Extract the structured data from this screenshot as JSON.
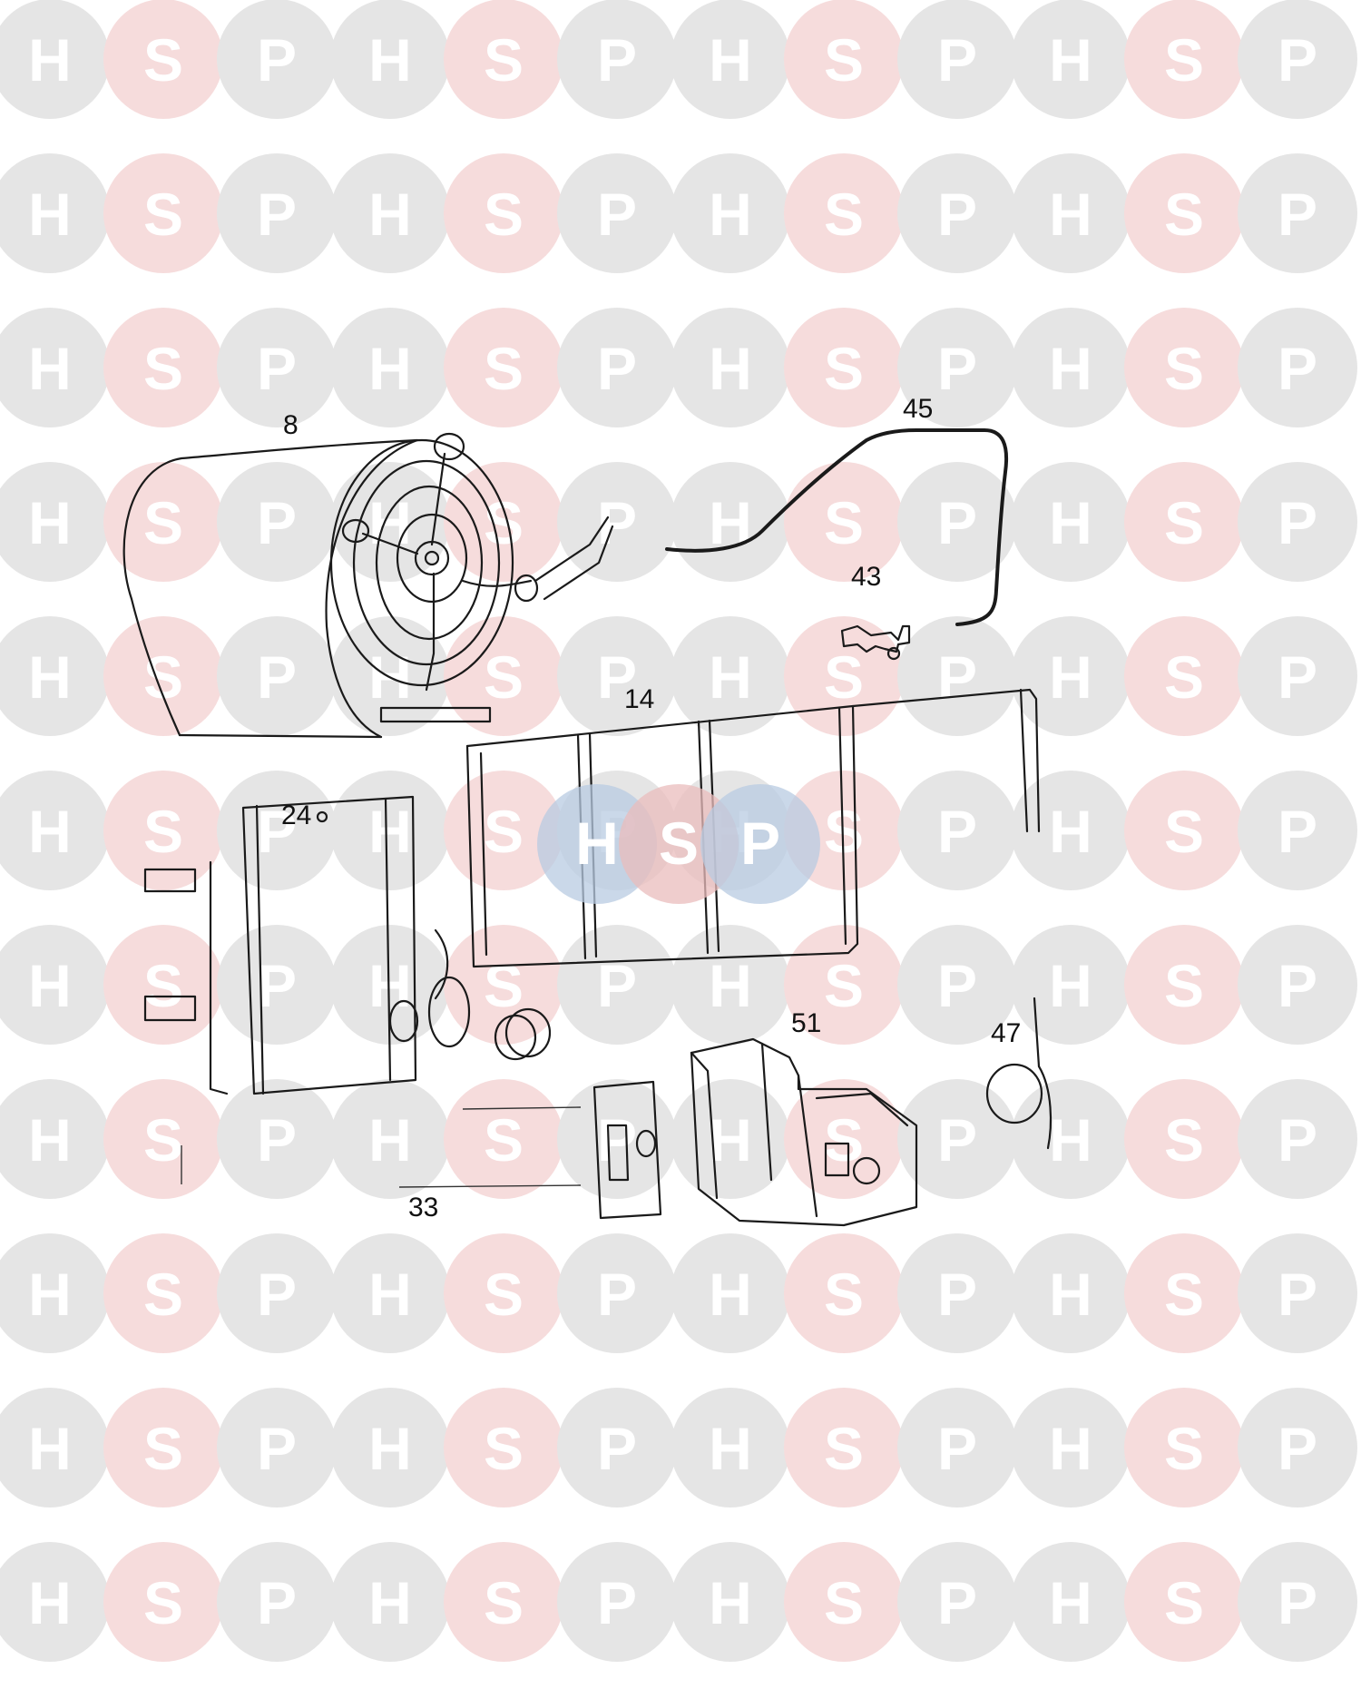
{
  "watermark": {
    "letters": [
      "H",
      "S",
      "P"
    ],
    "colors": {
      "H": "#e5e5e5",
      "S": "#f6dcdc",
      "P": "#e5e5e5",
      "letter": "#ffffff"
    },
    "center_colors": {
      "H": "#b8cbe2",
      "S": "#e9bcbc",
      "P": "#b8cbe2"
    }
  },
  "parts": [
    {
      "id": "fan-assembly",
      "label": "8"
    },
    {
      "id": "pipe",
      "label": "45"
    },
    {
      "id": "connector",
      "label": "43"
    },
    {
      "id": "frame",
      "label": "14"
    },
    {
      "id": "control-panel",
      "label": "24"
    },
    {
      "id": "gas-valve",
      "label": "51"
    },
    {
      "id": "thermostat-bulb",
      "label": "47"
    },
    {
      "id": "switch",
      "label": "33"
    }
  ]
}
